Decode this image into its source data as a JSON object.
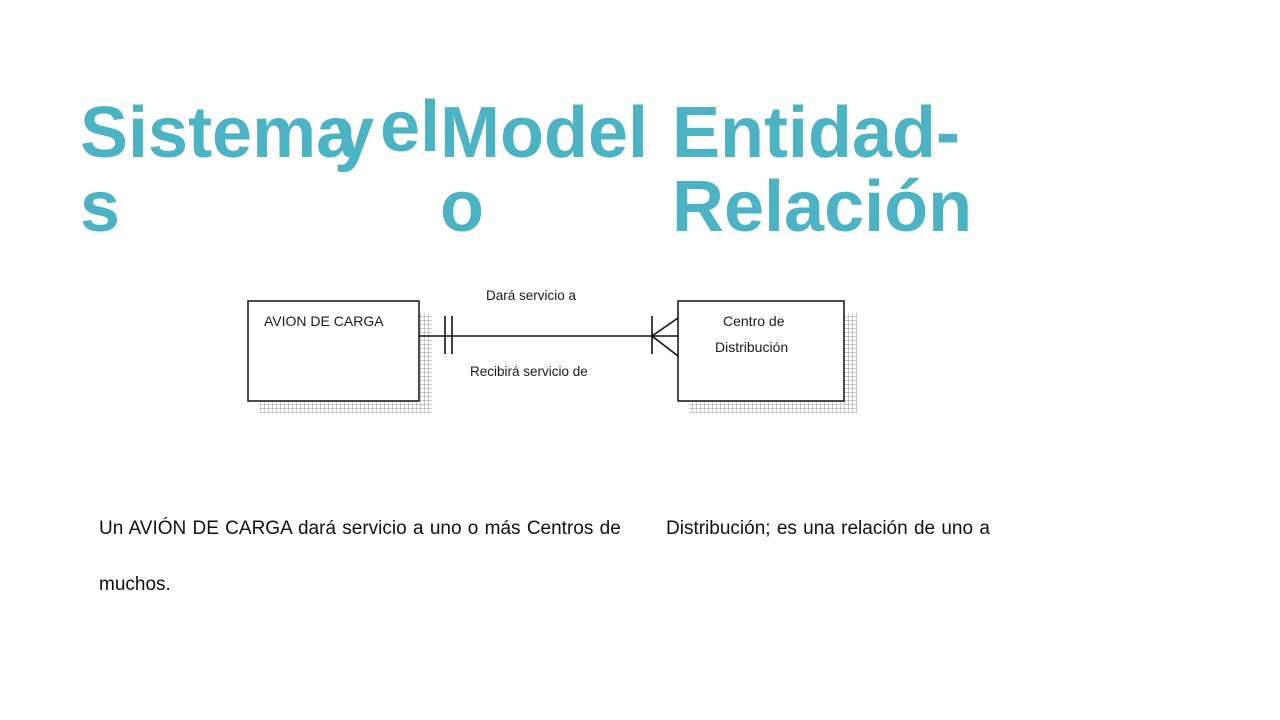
{
  "slide": {
    "title": {
      "word1": "Sistema\ns",
      "word2": "y",
      "word3": "el",
      "word4": "Model\no",
      "word5": "Entidad-\nRelación",
      "color": "#4bb3c3"
    },
    "diagram": {
      "entity_left": "AVION DE CARGA",
      "entity_right_line1": "Centro de",
      "entity_right_line2": "Distribución",
      "relation_top": "Dará servicio a",
      "relation_bottom": "Recibirá servicio de"
    },
    "body": {
      "col1_line1": "Un AVIÓN DE CARGA dará servicio a uno o más Centros de",
      "col1_line2": "muchos.",
      "col2_line1": "Distribución; es una relación de uno a"
    }
  }
}
